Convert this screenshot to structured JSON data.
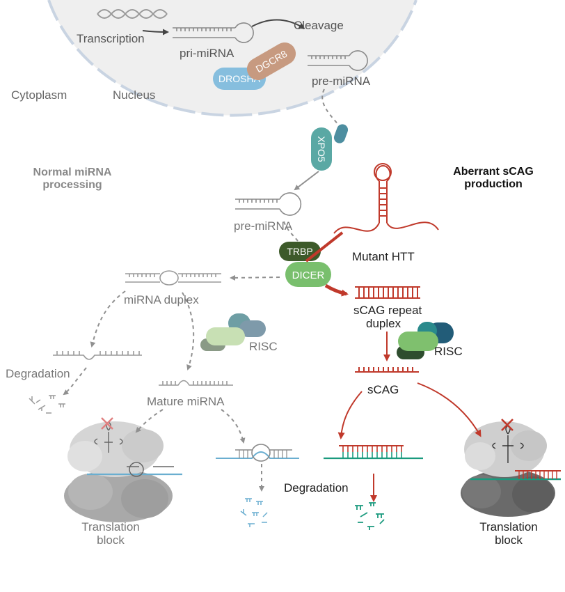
{
  "labels": {
    "transcription": "Transcription",
    "cleavage": "Cleavage",
    "pri_mirna": "pri-miRNA",
    "pre_mirna_nucleus": "pre-miRNA",
    "cytoplasm": "Cytoplasm",
    "nucleus": "Nucleus",
    "normal_line1": "Normal miRNA",
    "normal_line2": "processing",
    "aberrant_line1": "Aberrant sCAG",
    "aberrant_line2": "production",
    "pre_mirna_cyto": "pre-miRNA",
    "mutant_htt": "Mutant HTT",
    "mirna_duplex": "miRNA duplex",
    "scag_repeat_line1": "sCAG repeat",
    "scag_repeat_line2": "duplex",
    "risc_left": "RISC",
    "risc_right": "RISC",
    "degradation_left": "Degradation",
    "mature_mirna": "Mature miRNA",
    "scag": "sCAG",
    "degradation_center": "Degradation",
    "translation_left_line1": "Translation",
    "translation_left_line2": "block",
    "translation_right_line1": "Translation",
    "translation_right_line2": "block"
  },
  "proteins": {
    "drosha": "DROSHA",
    "dgcr8": "DGCR8",
    "xpo5": "XPO5",
    "trbp": "TRBP",
    "dicer": "DICER"
  },
  "colors": {
    "gray_rna": "#9a9a9a",
    "red_rna": "#c0392b",
    "blue_rna": "#6aaed0",
    "teal_rna": "#1a9a7e",
    "nucleus_fill": "#efefef",
    "drosha": "#86bede",
    "dgcr8": "#c79a80",
    "xpo5": "#5aa8a4",
    "trbp": "#3d5a2a",
    "dicer": "#79bf6d"
  }
}
